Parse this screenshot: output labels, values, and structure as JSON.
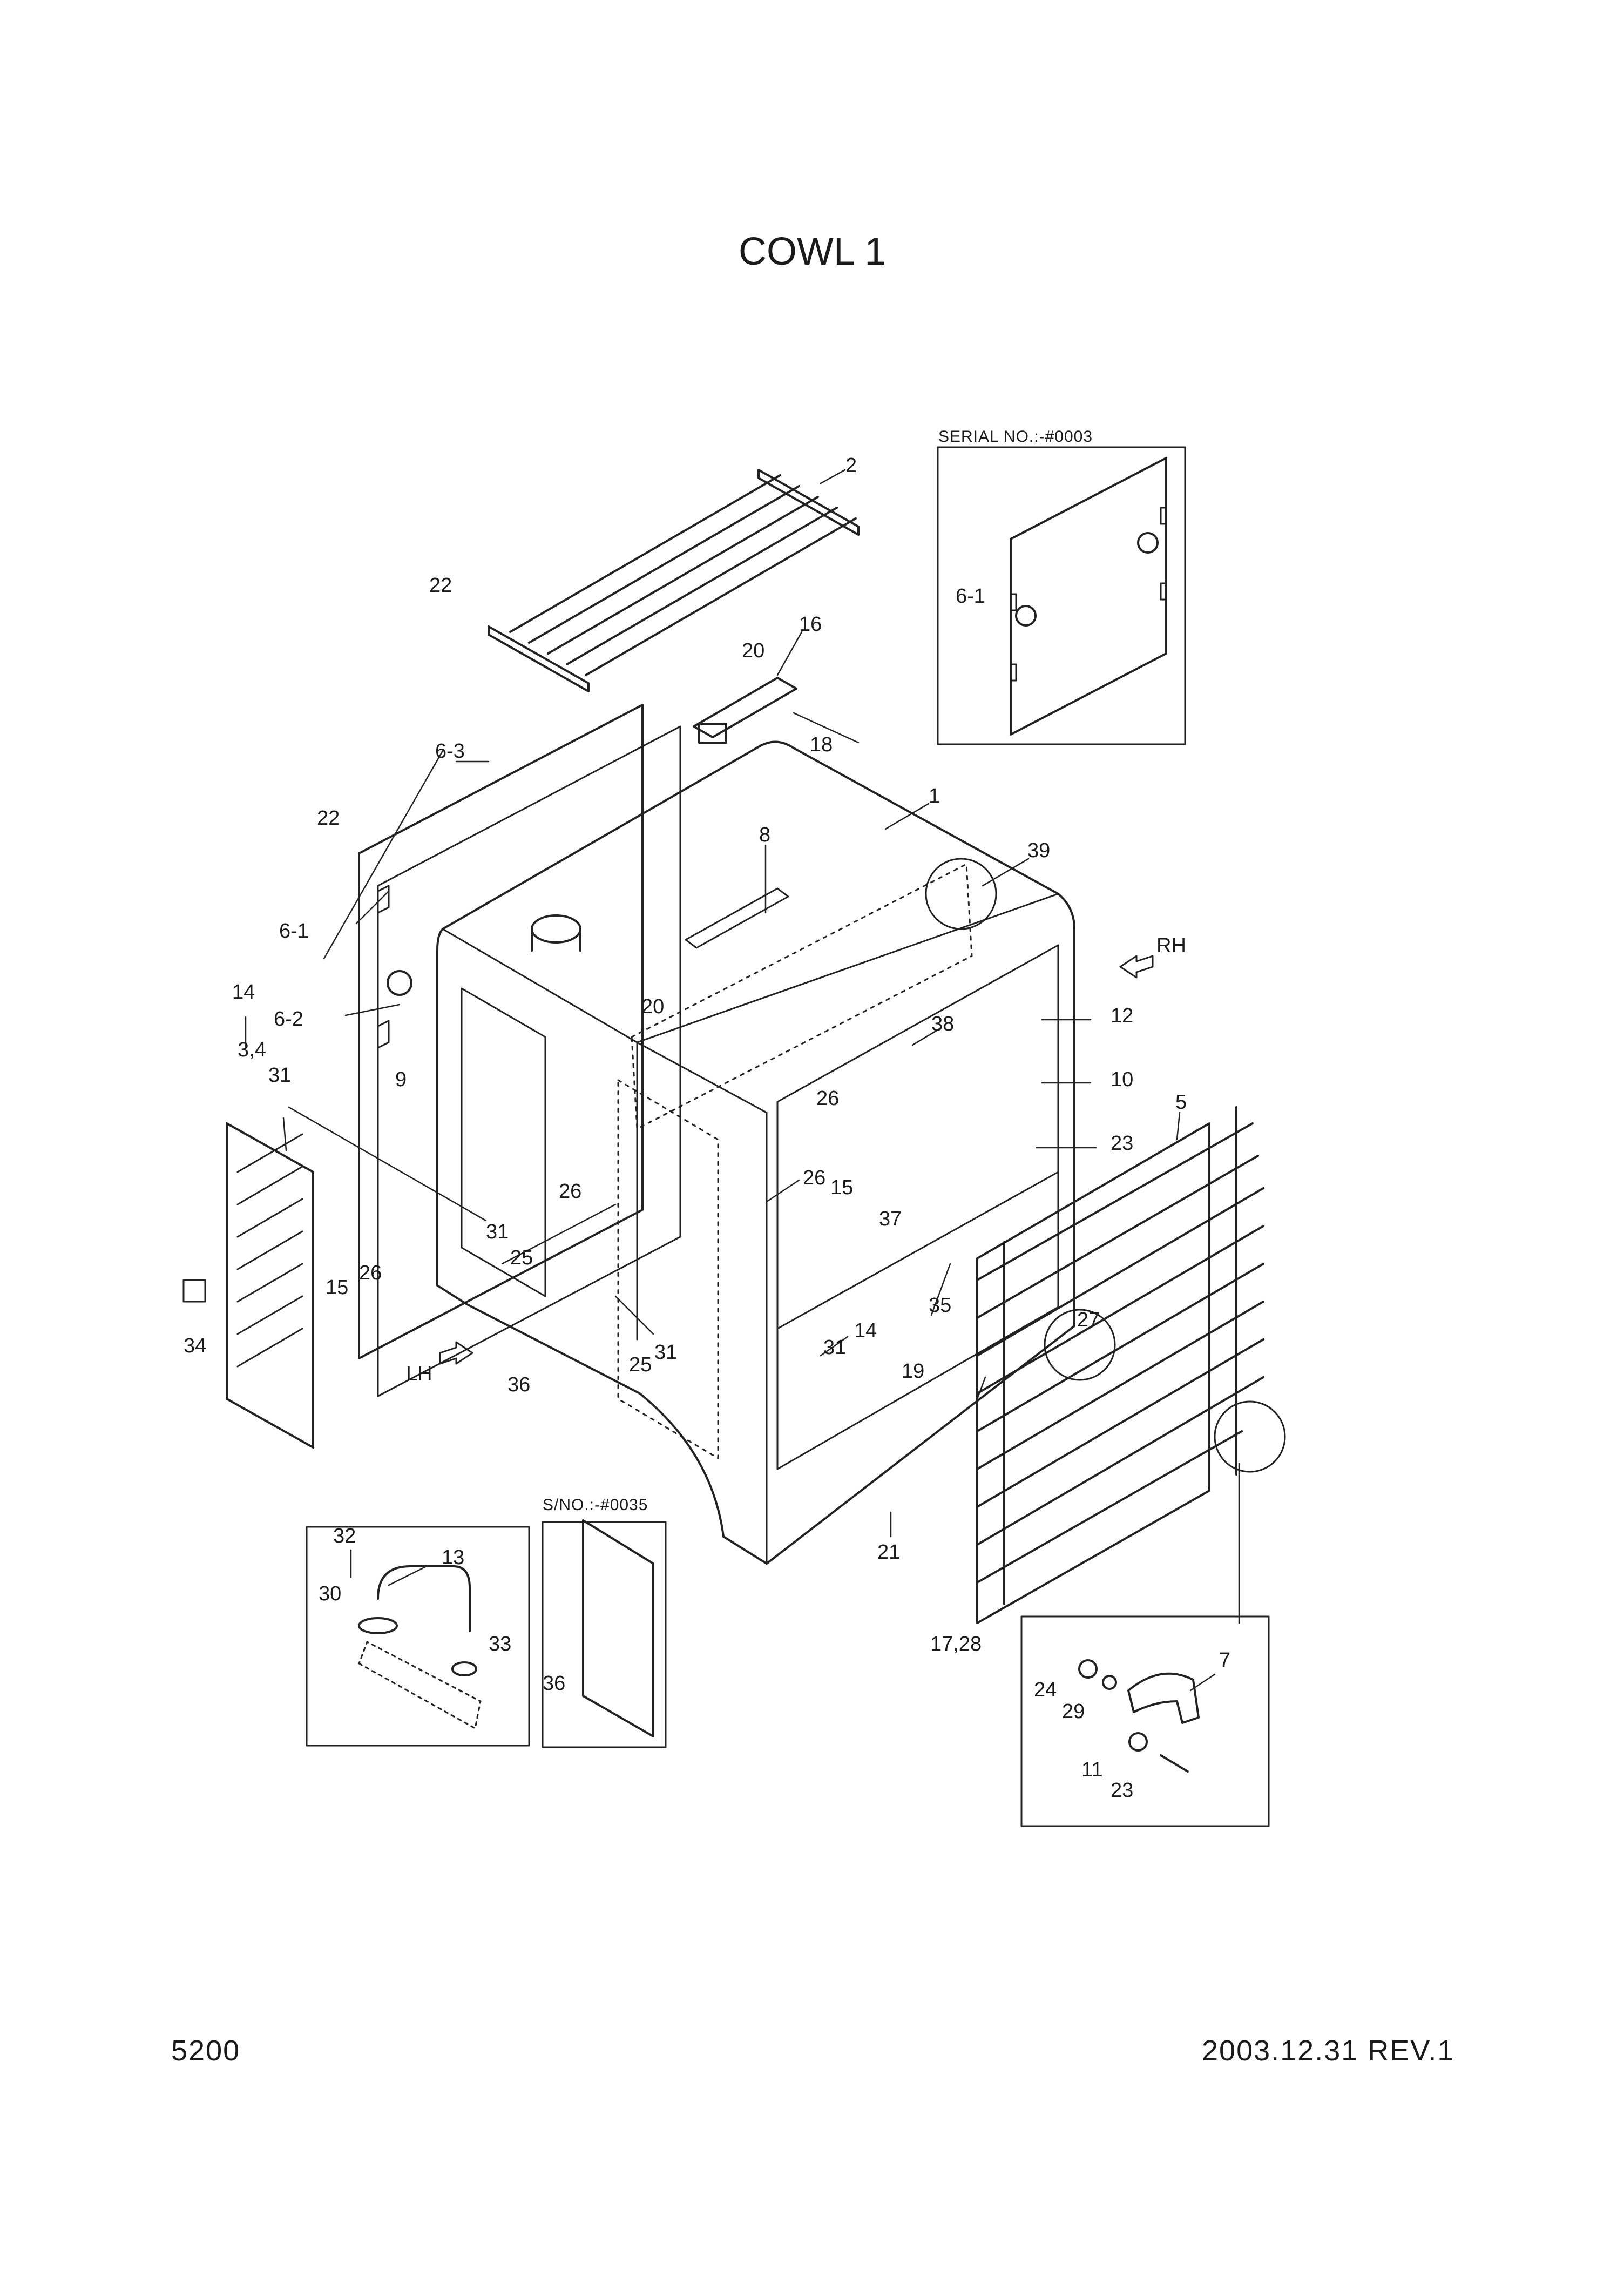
{
  "title": "COWL 1",
  "footer": {
    "page_number": "5200",
    "revision": "2003.12.31  REV.1"
  },
  "insets": {
    "serial_box_label": "SERIAL NO.:-#0003",
    "sno_box_label": "S/NO.:-#0035"
  },
  "directions": {
    "right": "RH",
    "left": "LH"
  },
  "callouts": {
    "p1": "1",
    "p2": "2",
    "p3_4": "3,4",
    "p5": "5",
    "p6_1": "6-1",
    "p6_1_inset": "6-1",
    "p6_2": "6-2",
    "p6_3": "6-3",
    "p7": "7",
    "p8": "8",
    "p9": "9",
    "p10": "10",
    "p11": "11",
    "p12": "12",
    "p13": "13",
    "p14a": "14",
    "p14b": "14",
    "p15a": "15",
    "p15b": "15",
    "p16": "16",
    "p17_28": "17,28",
    "p18": "18",
    "p19": "19",
    "p20a": "20",
    "p20b": "20",
    "p21": "21",
    "p22a": "22",
    "p22b": "22",
    "p23a": "23",
    "p23b": "23",
    "p24": "24",
    "p25a": "25",
    "p25b": "25",
    "p26a": "26",
    "p26b": "26",
    "p26c": "26",
    "p26d": "26",
    "p27": "27",
    "p29": "29",
    "p30": "30",
    "p31a": "31",
    "p31b": "31",
    "p31c": "31",
    "p31d": "31",
    "p32": "32",
    "p33": "33",
    "p34": "34",
    "p35": "35",
    "p36a": "36",
    "p36b": "36",
    "p37": "37",
    "p38": "38",
    "p39": "39"
  }
}
